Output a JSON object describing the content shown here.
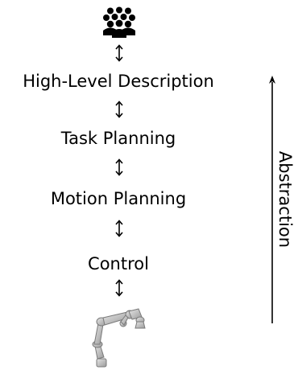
{
  "levels": [
    {
      "label": "High-Level Description"
    },
    {
      "label": "Task Planning"
    },
    {
      "label": "Motion Planning"
    },
    {
      "label": "Control"
    }
  ],
  "axis": {
    "label": "Abstraction",
    "direction": "up"
  },
  "icons": {
    "top": "people-group-icon",
    "bottom": "robot-arm-icon"
  }
}
